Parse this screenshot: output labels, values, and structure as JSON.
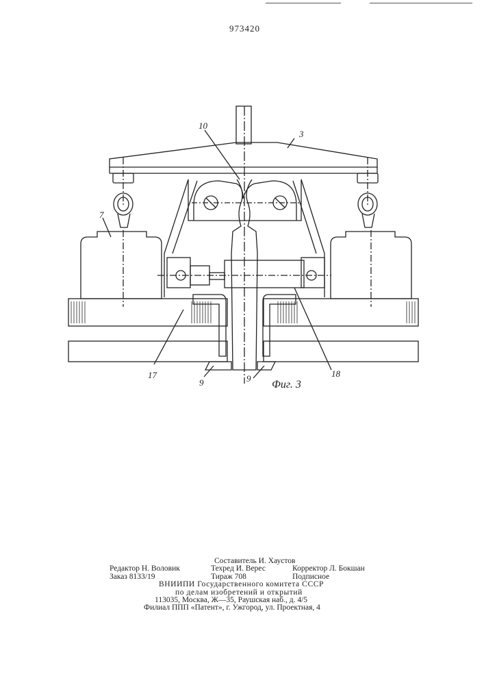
{
  "page": {
    "patent_number": "973420"
  },
  "figure": {
    "caption": "Фиг. 3",
    "labels": {
      "l3": "3",
      "l10": "10",
      "l7": "7",
      "l17": "17",
      "l9a": "9",
      "l9b": "9",
      "l18": "18"
    }
  },
  "imprint": {
    "compiler": "Составитель И. Хаустов",
    "editor": "Редактор Н. Воловик",
    "techred": "Техред И. Верес",
    "corrector": "Корректор Л. Бокшан",
    "order": "Заказ 8133/19",
    "circulation": "Тираж 708",
    "subscription": "Подписное",
    "org_line1": "ВНИИПИ Государственного комитета СССР",
    "org_line2": "по делам изобретений и открытий",
    "address": "113035, Москва, Ж—35, Раушская наб., д. 4/5",
    "branch": "Филиал ППП «Патент», г. Ужгород, ул. Проектная, 4"
  }
}
